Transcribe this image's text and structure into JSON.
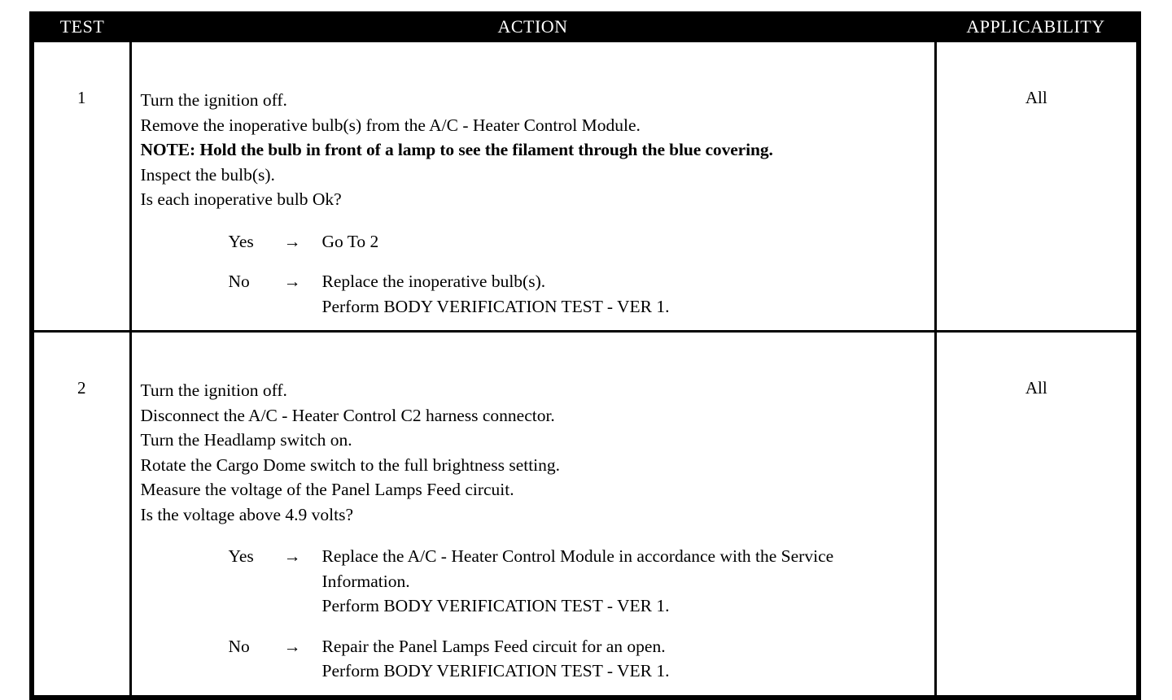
{
  "table": {
    "columns": [
      {
        "key": "test",
        "label": "TEST"
      },
      {
        "key": "action",
        "label": "ACTION"
      },
      {
        "key": "applicability",
        "label": "APPLICABILITY"
      }
    ],
    "rows": [
      {
        "test": "1",
        "applicability": "All",
        "steps": [
          {
            "text": "Turn the ignition off.",
            "bold": false
          },
          {
            "text": "Remove the inoperative bulb(s) from the A/C - Heater Control Module.",
            "bold": false
          },
          {
            "text": "NOTE: Hold the bulb in front of a lamp to see the filament through the blue covering.",
            "bold": true
          },
          {
            "text": "Inspect the bulb(s).",
            "bold": false
          },
          {
            "text": "Is each inoperative bulb Ok?",
            "bold": false
          }
        ],
        "branches": [
          {
            "label": "Yes",
            "arrow": "→",
            "lines": [
              "Go To   2"
            ]
          },
          {
            "label": "No",
            "arrow": "→",
            "lines": [
              "Replace the inoperative bulb(s).",
              "Perform BODY VERIFICATION TEST - VER 1."
            ]
          }
        ]
      },
      {
        "test": "2",
        "applicability": "All",
        "steps": [
          {
            "text": "Turn the ignition off.",
            "bold": false
          },
          {
            "text": "Disconnect the A/C - Heater Control C2 harness connector.",
            "bold": false
          },
          {
            "text": "Turn the Headlamp switch on.",
            "bold": false
          },
          {
            "text": "Rotate the Cargo Dome switch to the full brightness setting.",
            "bold": false
          },
          {
            "text": "Measure the voltage of the Panel Lamps Feed circuit.",
            "bold": false
          },
          {
            "text": "Is the voltage above 4.9 volts?",
            "bold": false
          }
        ],
        "branches": [
          {
            "label": "Yes",
            "arrow": "→",
            "lines": [
              "Replace the A/C - Heater Control Module in accordance with the Service Information.",
              "Perform BODY VERIFICATION TEST - VER 1."
            ]
          },
          {
            "label": "No",
            "arrow": "→",
            "lines": [
              "Repair the Panel Lamps Feed circuit for an open.",
              "Perform BODY VERIFICATION TEST - VER 1."
            ]
          }
        ]
      }
    ]
  },
  "colors": {
    "page_background": "#ffffff",
    "header_background": "#000000",
    "header_text": "#ffffff",
    "body_text": "#000000",
    "border": "#000000"
  }
}
